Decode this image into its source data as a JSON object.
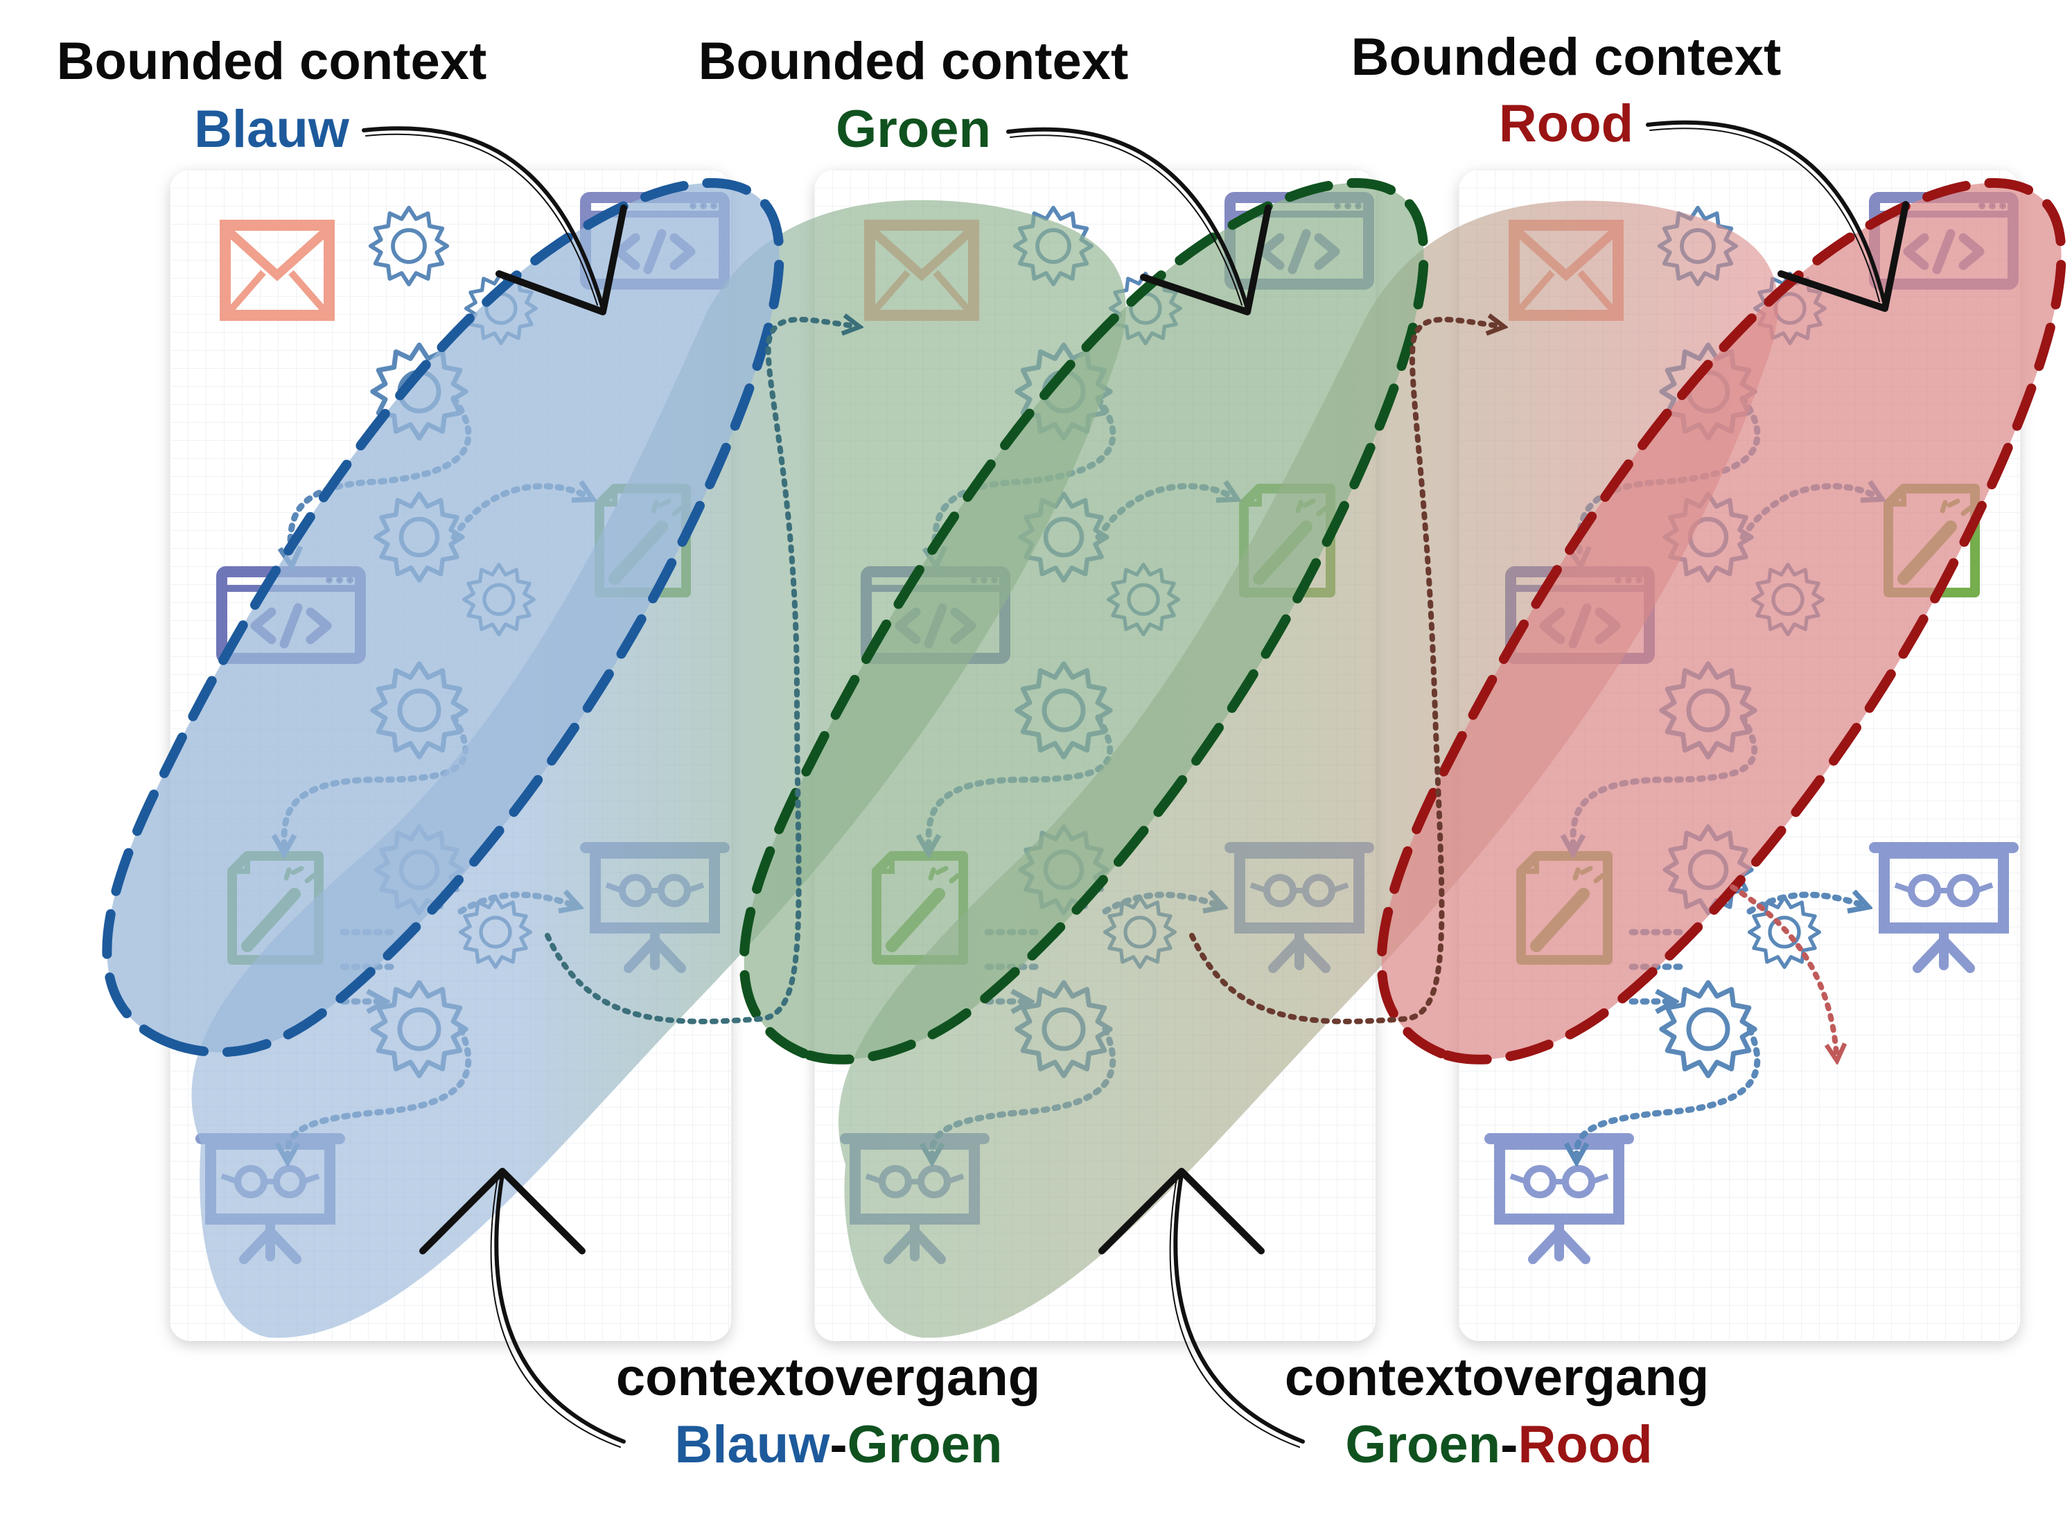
{
  "colors": {
    "blue": "#1d5a9c",
    "green": "#10521f",
    "red": "#9a1414",
    "blue_fill": "#9bb8da",
    "green_fill": "#8fb28f",
    "red_fill": "#dd8a8a",
    "gear": "#5a88b8",
    "mail": "#f0a08c",
    "code": "#6f76b8",
    "doc": "#76ad4d",
    "board": "#8a9ad0"
  },
  "contexts": [
    {
      "heading": "Bounded context",
      "name": "Blauw",
      "color": "#1d5a9c"
    },
    {
      "heading": "Bounded context",
      "name": "Groen",
      "color": "#10521f"
    },
    {
      "heading": "Bounded context",
      "name": "Rood",
      "color": "#9a1414"
    }
  ],
  "transitions": [
    {
      "heading": "contextovergang",
      "from": "Blauw",
      "separator": "-",
      "to": "Groen"
    },
    {
      "heading": "contextovergang",
      "from": "Groen",
      "separator": "-",
      "to": "Rood"
    }
  ],
  "icons": [
    "mail-icon",
    "code-window-icon",
    "gear-icon",
    "document-wand-icon",
    "presentation-board-icon",
    "arrow-icon"
  ]
}
